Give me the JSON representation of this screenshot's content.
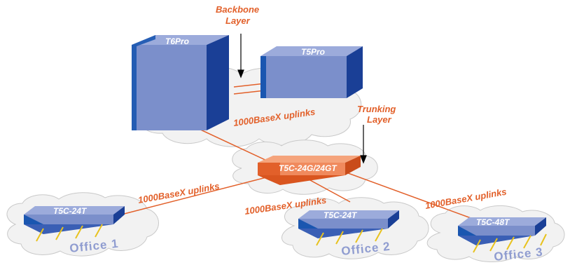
{
  "layers": {
    "backbone_line1": "Backbone",
    "backbone_line2": "Layer",
    "trunking_line1": "Trunking",
    "trunking_line2": "Layer"
  },
  "devices": {
    "core_left": "T6Pro",
    "core_right": "T5Pro",
    "trunk": "T5C-24G/24GT",
    "edge_1": "T5C-24T",
    "edge_2": "T5C-24T",
    "edge_3": "T5C-48T"
  },
  "links": {
    "core": "1000BaseX uplinks",
    "office1": "1000BaseX uplinks",
    "office2": "1000BaseX uplinks",
    "office3": "1000BaseX uplinks"
  },
  "offices": {
    "office1": "Office 1",
    "office2": "Office 2",
    "office3": "Office 3"
  },
  "colors": {
    "switch_face": "#7b8fcb",
    "switch_top": "#9cabdb",
    "switch_side": "#1a3f96",
    "trunk_face": "#f08a5d",
    "accent_orange": "#e2602a",
    "port_yellow": "#e8c21e",
    "cloud": "#f2f2f2"
  }
}
